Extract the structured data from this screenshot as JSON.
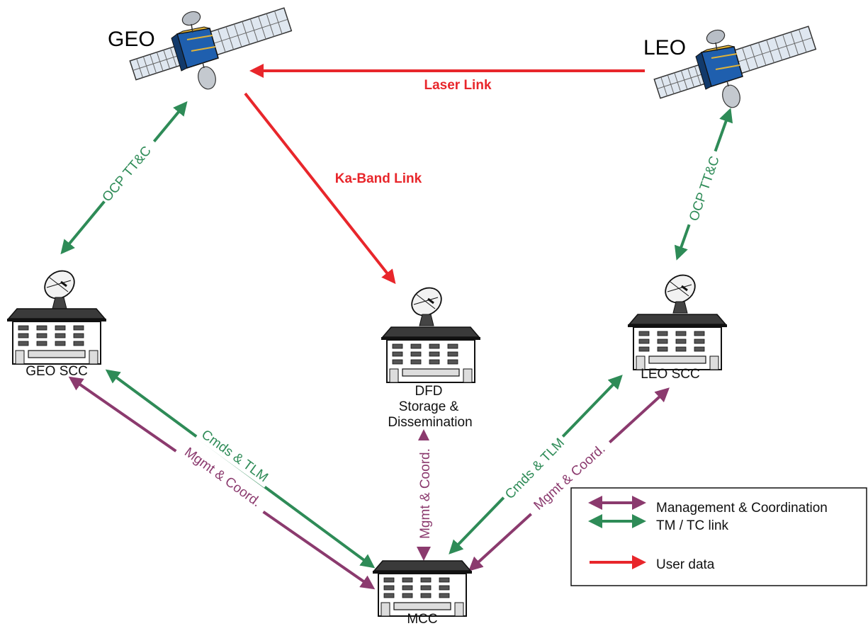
{
  "satellites": {
    "geo_label": "GEO",
    "leo_label": "LEO"
  },
  "links": {
    "laser": "Laser Link",
    "ka_band": "Ka-Band Link",
    "ocp_ttc_left": "OCP TT&C",
    "ocp_ttc_right": "OCP TT&C",
    "cmds_tlm_left": "Cmds & TLM",
    "mgmt_coord_left": "Mgmt & Coord.",
    "mgmt_coord_center": "Mgmt & Coord.",
    "cmds_tlm_right": "Cmds & TLM",
    "mgmt_coord_right": "Mgmt & Coord."
  },
  "nodes": {
    "geo_scc": "GEO SCC",
    "leo_scc": "LEO SCC",
    "dfd_line1": "DFD",
    "dfd_line2": "Storage &",
    "dfd_line3": "Dissemination",
    "mcc": "MCC"
  },
  "legend": {
    "management": "Management & Coordination",
    "tmtc": "TM / TC link",
    "user_data": "User data"
  },
  "colors": {
    "management": "#8b3a6e",
    "tmtc": "#2e8b57",
    "user_data": "#e8262b"
  }
}
